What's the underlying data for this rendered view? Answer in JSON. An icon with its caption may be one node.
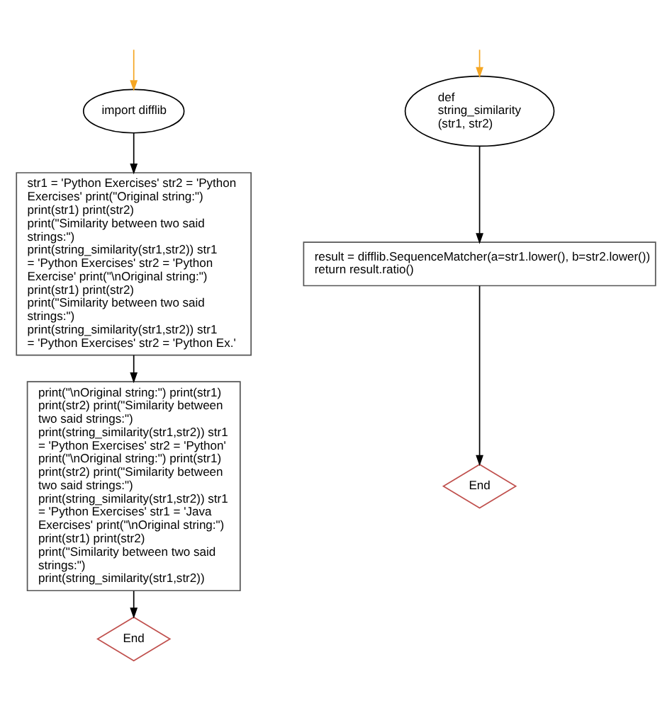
{
  "diagram": {
    "nodes": [
      {
        "text": [
          "import difflib"
        ]
      },
      {
        "text": [
          "str1 = 'Python Exercises' str2 = 'Python Exercises' print(\"Original string:\") print(str1) print(str2) print(\"Similarity between two said strings:\") print(string_similarity(str1,str2)) str1 = 'Python Exercises' str2 = 'Python Exercise' print(\"\\nOriginal string:\") print(str1) print(str2) print(\"Similarity between two said strings:\") print(string_similarity(str1,str2)) str1 = 'Python Exercises' str2 = 'Python Ex.'"
        ]
      },
      {
        "text": [
          "print(\"\\nOriginal string:\") print(str1) print(str2) print(\"Similarity between two said strings:\") print(string_similarity(str1,str2)) str1 = 'Python Exercises' str2 = 'Python' print(\"\\nOriginal string:\") print(str1) print(str2) print(\"Similarity between two said strings:\") print(string_similarity(str1,str2)) str1 = 'Python Exercises' str1 = 'Java Exercises' print(\"\\nOriginal string:\") print(str1) print(str2) print(\"Similarity between two said strings:\") print(string_similarity(str1,str2))"
        ]
      },
      {
        "text": [
          "End"
        ]
      },
      {
        "text": [
          "def string_similarity (str1, str2)"
        ]
      },
      {
        "text": [
          "result = difflib.SequenceMatcher(a=str1.lower(), b=str2.lower()) return result.ratio()"
        ]
      },
      {
        "text": [
          "End"
        ]
      }
    ],
    "edges": [
      {
        "from": null,
        "to": 0,
        "arrow": "to",
        "color": "#f5a623"
      },
      {
        "from": 0,
        "to": 1,
        "arrow": "to"
      },
      {
        "from": 1,
        "to": 2,
        "arrow": "to"
      },
      {
        "from": 2,
        "to": 3,
        "arrow": "to"
      },
      {
        "from": null,
        "to": 4,
        "arrow": "to",
        "color": "#f5a623"
      },
      {
        "from": 4,
        "to": 5,
        "arrow": "to"
      },
      {
        "from": 5,
        "to": 6,
        "arrow": "to"
      }
    ]
  }
}
